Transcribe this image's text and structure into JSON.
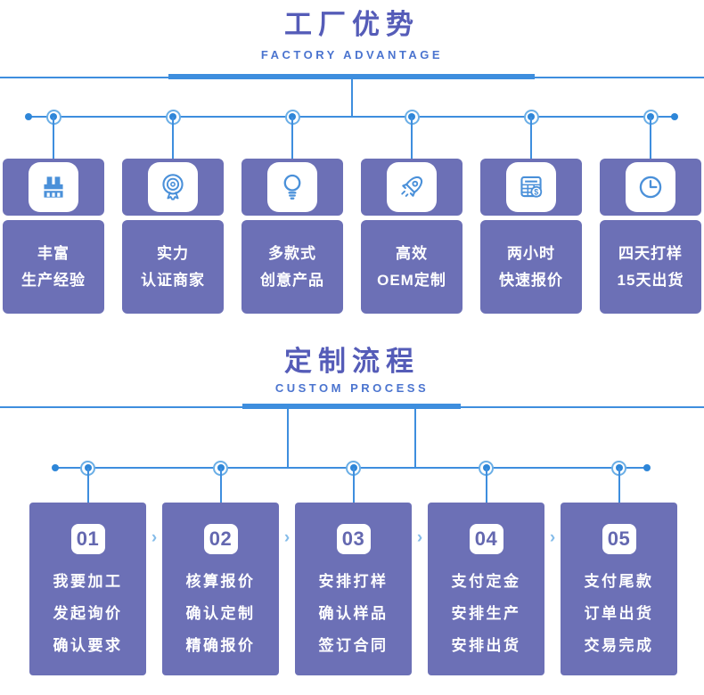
{
  "colors": {
    "title_text": "#555cb8",
    "subtitle_text": "#4b74cf",
    "connector_blue": "#3e8ede",
    "node_fill": "#2e86d8",
    "card_purple": "#6c70b6",
    "chevron_blue": "#85bce9",
    "icon_stroke": "#4a90d9"
  },
  "advantage": {
    "title": "工厂优势",
    "subtitle": "FACTORY ADVANTAGE",
    "cards": [
      {
        "icon": "factory-icon",
        "line1": "丰富",
        "line2": "生产经验"
      },
      {
        "icon": "medal-icon",
        "line1": "实力",
        "line2": "认证商家"
      },
      {
        "icon": "bulb-icon",
        "line1": "多款式",
        "line2": "创意产品"
      },
      {
        "icon": "rocket-icon",
        "line1": "高效",
        "line2": "OEM定制"
      },
      {
        "icon": "calculator-icon",
        "line1": "两小时",
        "line2": "快速报价"
      },
      {
        "icon": "clock-icon",
        "line1": "四天打样",
        "line2": "15天出货"
      }
    ]
  },
  "process": {
    "title": "定制流程",
    "subtitle": "CUSTOM PROCESS",
    "connector_char": "›",
    "steps": [
      {
        "num": "01",
        "line1": "我要加工",
        "line2": "发起询价",
        "line3": "确认要求"
      },
      {
        "num": "02",
        "line1": "核算报价",
        "line2": "确认定制",
        "line3": "精确报价"
      },
      {
        "num": "03",
        "line1": "安排打样",
        "line2": "确认样品",
        "line3": "签订合同"
      },
      {
        "num": "04",
        "line1": "支付定金",
        "line2": "安排生产",
        "line3": "安排出货"
      },
      {
        "num": "05",
        "line1": "支付尾款",
        "line2": "订单出货",
        "line3": "交易完成"
      }
    ]
  }
}
